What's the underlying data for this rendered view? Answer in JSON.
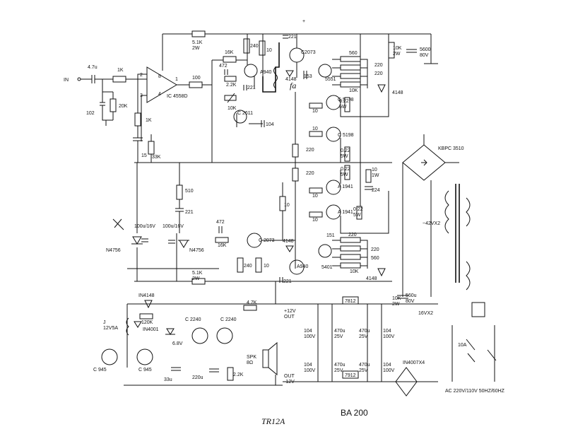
{
  "title": "BA 200",
  "handwritten_note": "TR12A",
  "input": {
    "label": "IN",
    "cap": "4.7u",
    "r_series": "1K",
    "cap_shunt": "102",
    "r_shunt": "20K"
  },
  "opamp": {
    "label": "IC 4558D",
    "pins": [
      "2",
      "3",
      "8",
      "4",
      "1"
    ],
    "r_out": "100"
  },
  "feedback": {
    "r_top": "5.1K\n2W",
    "r_bottom": "5.1K\n2W",
    "r_fb": "1K",
    "cap": "15",
    "r_gnd": "33K"
  },
  "zeners": [
    {
      "label": "N4756",
      "cap": "100u/16V"
    },
    {
      "label": "N4756",
      "cap": "100u/16V"
    }
  ],
  "driver_top": {
    "r1": "16K",
    "r2": "240",
    "r3": "10",
    "r4": "472",
    "r5": "2.2K",
    "r6": "10K",
    "cap": "221",
    "q_pnp": "A940",
    "q_vbe": "C 2611",
    "cap2": "104",
    "fuse": "fa"
  },
  "driver_bottom": {
    "r1": "510",
    "cap1": "221",
    "cap2": "472",
    "r2": "16K",
    "q": "C 2073",
    "r3": "240",
    "r4": "10",
    "r5": "10",
    "diode": "4148",
    "q2": "A940",
    "cap3": "221"
  },
  "top_npn": {
    "q": "C2073",
    "cap": "221",
    "diode": "4148",
    "r": "153",
    "q2": "5551",
    "res": [
      "560",
      "220",
      "220",
      "10K"
    ],
    "diode2": "4148"
  },
  "output_stage": {
    "npn": [
      "C 5198",
      "C 5198"
    ],
    "pnp": [
      "A 1941",
      "A 1941"
    ],
    "r_base": [
      "10",
      "10",
      "10",
      "10"
    ],
    "r_emitter": [
      "0.22\n5W",
      "0.22\n5W",
      "0.22\n5W",
      "0.22\n5W"
    ],
    "r_bias": [
      "220",
      "220"
    ],
    "zobel": {
      "r": "10\n1W",
      "c": "224"
    }
  },
  "bottom_pnp": {
    "r": "151",
    "q2": "5401",
    "res": [
      "220",
      "220",
      "560",
      "10K"
    ],
    "diode": "4148"
  },
  "power": {
    "bridge_main": "KBPC 3510",
    "transformer_main": "~42VX2",
    "rail_r": "10K\n2W",
    "rail_cap": "5600\n80V",
    "rail_cap2": "560u\n80V",
    "bridge_small": "IN4007X4",
    "transformer_small": "16VX2",
    "fuse": "10A",
    "mains": "AC 220V/110V 50HZ/60HZ"
  },
  "regulators": {
    "pos": "7812",
    "neg": "7912",
    "pos_label": "+12V\nOUT",
    "neg_label": "OUT\n-12V",
    "caps": [
      "104\n100V",
      "470u\n25V",
      "470u\n25V",
      "104\n100V",
      "104\n100V",
      "470u\n25V",
      "470u\n25V",
      "104\n100V"
    ]
  },
  "protection": {
    "diode": "IN4148",
    "r1": "120K",
    "relay": "J\n12V5A",
    "diode2": "IN4001",
    "zener": "6.8V",
    "q1": "C 945",
    "q2": "C 945",
    "cap": "33u",
    "q3": "C 2240",
    "q4": "C 2240",
    "cap2": "220u",
    "r2": "2.2K",
    "r3": "4.7K",
    "speaker": "SPK\n8Ω"
  }
}
